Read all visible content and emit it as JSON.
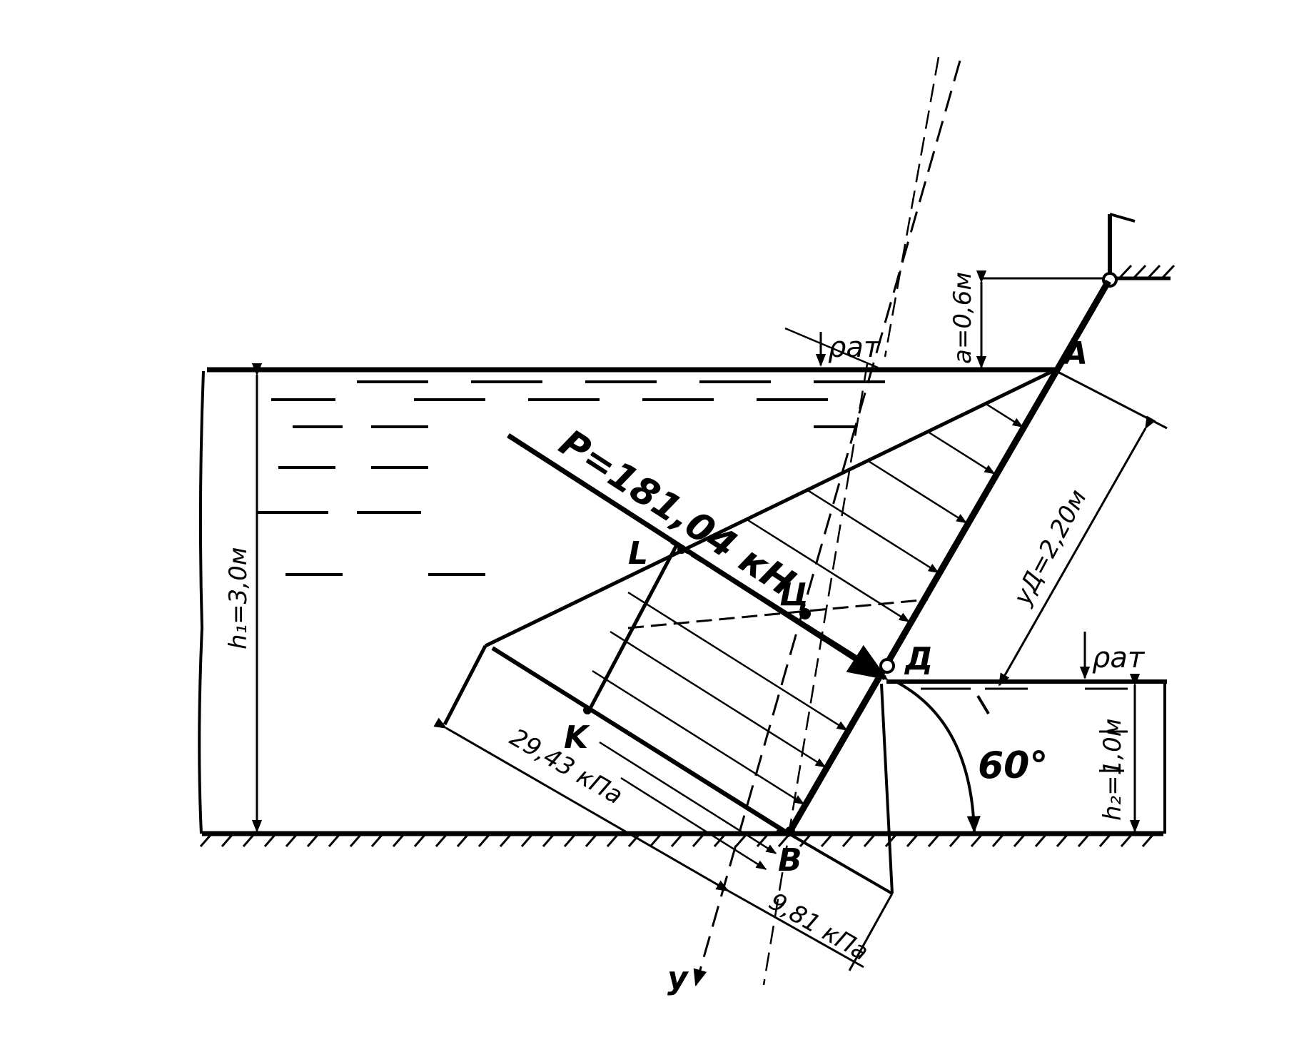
{
  "points": {
    "A": "A",
    "B": "B",
    "D": "Д",
    "C": "Ц",
    "K": "K",
    "L": "L"
  },
  "labels": {
    "force": "P=181,04 кН",
    "h1": "h₁=3,0м",
    "h2": "h₂=1,0м",
    "a": "a=0,6м",
    "yd": "yД=2,20м",
    "pat_left": "ρат",
    "pat_right": "ρат",
    "angle": "60°",
    "p_bottom": "29,43 кПа",
    "p_right": "9,81 кПа",
    "y_axis": "y"
  },
  "colors": {
    "ink": "#000000",
    "paper": "#ffffff"
  }
}
